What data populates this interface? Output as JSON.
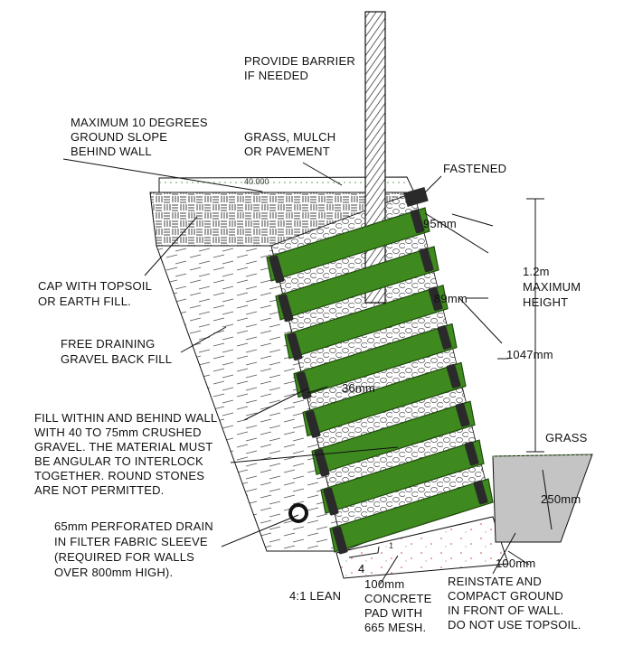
{
  "labels": {
    "barrier": [
      "PROVIDE BARRIER",
      "IF NEEDED"
    ],
    "slope": [
      "MAXIMUM 10 DEGREES",
      "GROUND SLOPE",
      "BEHIND WALL"
    ],
    "grass_mulch": [
      "GRASS, MULCH",
      "OR PAVEMENT"
    ],
    "fastened": "FASTENED",
    "dim_95": "95mm",
    "dim_89": "89mm",
    "dim_36": "36mm",
    "cap": [
      "CAP WITH TOPSOIL",
      "OR EARTH FILL."
    ],
    "max_height": [
      "1.2m",
      "MAXIMUM",
      "HEIGHT"
    ],
    "dim_1047": "1047mm",
    "backfill": [
      "FREE DRAINING",
      "GRAVEL BACK FILL"
    ],
    "fill_note": [
      "FILL WITHIN AND BEHIND WALL",
      "WITH 40 TO 75mm CRUSHED",
      "GRAVEL.  THE MATERIAL MUST",
      "BE ANGULAR TO INTERLOCK",
      "TOGETHER.  ROUND STONES",
      "ARE NOT PERMITTED."
    ],
    "grass": "GRASS",
    "dim_250": "250mm",
    "drain": [
      "65mm PERFORATED DRAIN",
      "IN FILTER FABRIC SLEEVE",
      "(REQUIRED FOR WALLS",
      "OVER 800mm HIGH)."
    ],
    "dim_100": "100mm",
    "lean": "4:1 LEAN",
    "lean_ratio": [
      "1",
      "4"
    ],
    "pad": [
      "100mm",
      "CONCRETE",
      "PAD WITH",
      "665 MESH."
    ],
    "reinstate": [
      "REINSTATE AND",
      "COMPACT GROUND",
      "IN FRONT OF WALL.",
      "DO NOT USE TOPSOIL."
    ],
    "slope_marker": "40.000"
  },
  "colors": {
    "timber": "#3f8a1f",
    "timber_edge": "#1f4a0e",
    "post": "#2a2a2a",
    "front_soil": "#c4c4c4",
    "grass_line": "#6aa84f"
  }
}
